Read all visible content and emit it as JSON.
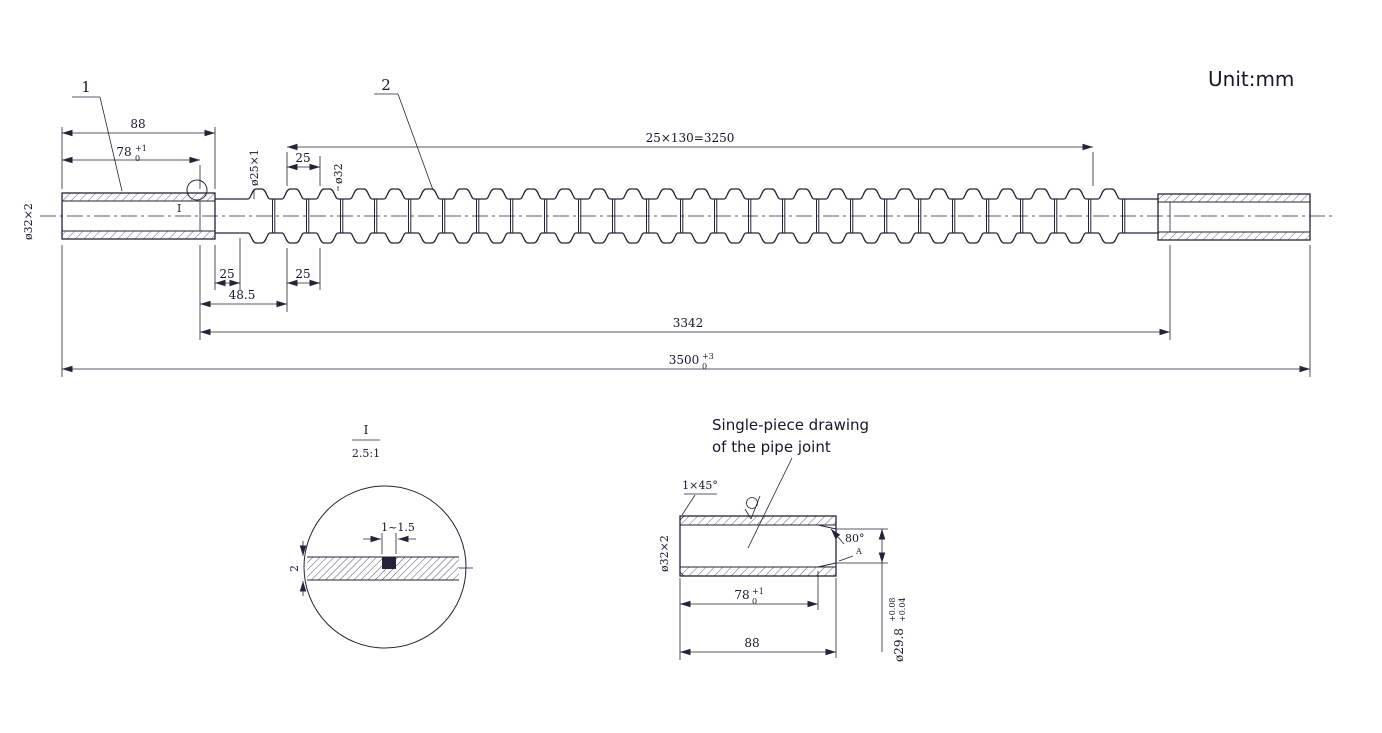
{
  "page": {
    "unit": "Unit:mm"
  },
  "main": {
    "balloon1": "1",
    "balloon2": "2",
    "detail_mark": "I",
    "dia_left": "ø32×2",
    "dim_88": "88",
    "dim_78": "78",
    "dim_78_sup": "+1",
    "dim_78_sub": "0",
    "dim_3250": "25×130=3250",
    "dia_25x1": "ø25×1",
    "dim_25_top": "25",
    "dia_32": "ø32",
    "dim_25_b1": "25",
    "dim_25_b2": "25",
    "dim_485": "48.5",
    "dim_3342": "3342",
    "dim_3500": "3500",
    "dim_3500_sup": "+3",
    "dim_3500_sub": "0"
  },
  "detail": {
    "label": "I",
    "scale": "2.5:1",
    "dim_gap": "1~1.5",
    "dim_wall": "2"
  },
  "joint": {
    "title1": "Single-piece drawing",
    "title2": "of the pipe joint",
    "chamfer": "1×45°",
    "dia": "ø32×2",
    "angle": "80°",
    "datum": "A",
    "dim_78": "78",
    "dim_78_sup": "+1",
    "dim_78_sub": "0",
    "dim_88": "88",
    "dia_298": "ø29.8",
    "dia_298_sup": "+0.08",
    "dia_298_sub": "+0.04"
  }
}
